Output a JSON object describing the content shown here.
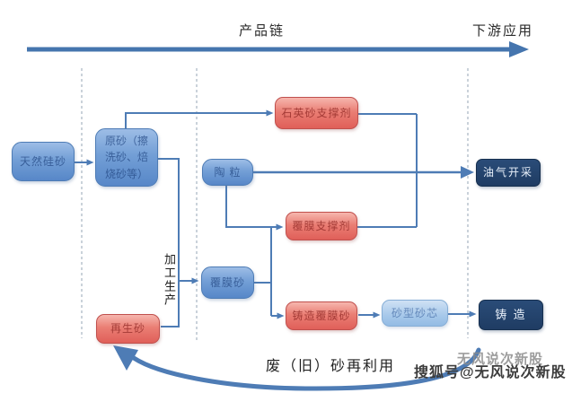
{
  "header": {
    "chain_label": "产品链",
    "downstream_label": "下游应用"
  },
  "nodes": {
    "natural_silica_sand": {
      "label": "天然硅砂"
    },
    "raw_sand": {
      "label": "原砂（擦洗砂、焙烧砂等）"
    },
    "quartz_proppant": {
      "label": "石英砂支撑剂"
    },
    "ceramsite": {
      "label": "陶 粒"
    },
    "oil_gas_extraction": {
      "label": "油气开采"
    },
    "coated_proppant": {
      "label": "覆膜支撑剂"
    },
    "coated_sand": {
      "label": "覆膜砂"
    },
    "foundry_coated_sand": {
      "label": "铸造覆膜砂"
    },
    "sand_mold_core": {
      "label": "砂型砂芯"
    },
    "casting": {
      "label": "铸  造"
    },
    "recycled_sand": {
      "label": "再生砂"
    }
  },
  "annotations": {
    "processing_label": "加工生产",
    "recycle_label": "废（旧）砂再利用"
  },
  "watermark": {
    "main": "搜狐号@无风说次新股",
    "ghost": "无风说次新股"
  },
  "colors": {
    "connector": "#4e7cb5",
    "header_arrow": "#4575ae",
    "divider": "#96a4b6",
    "blue_node": "#5787c8",
    "red_node": "#e05f59",
    "navy_node": "#1f3c63",
    "lightblue_node": "#a6c8ea",
    "recycle_arrow": "#4e7cb5"
  }
}
